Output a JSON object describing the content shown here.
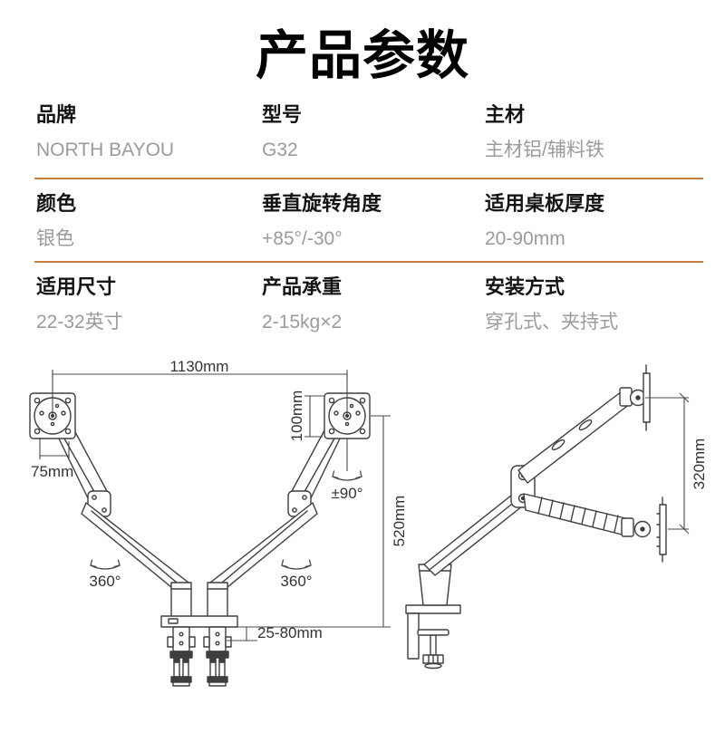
{
  "title": "产品参数",
  "theme": {
    "accent_line_color": "#c7813a",
    "label_color": "#151515",
    "value_color": "#9b9b9b",
    "drawing_line_color": "#3e3e3e"
  },
  "spec_table": {
    "rows": [
      {
        "cells": [
          {
            "label": "品牌",
            "value": "NORTH BAYOU"
          },
          {
            "label": "型号",
            "value": "G32"
          },
          {
            "label": "主材",
            "value": "主材铝/辅料铁"
          }
        ]
      },
      {
        "cells": [
          {
            "label": "颜色",
            "value": "银色"
          },
          {
            "label": "垂直旋转角度",
            "value": "+85°/-30°"
          },
          {
            "label": "适用桌板厚度",
            "value": "20-90mm"
          }
        ]
      },
      {
        "cells": [
          {
            "label": "适用尺寸",
            "value": "22-32英寸"
          },
          {
            "label": "产品承重",
            "value": "2-15kg×2"
          },
          {
            "label": "安装方式",
            "value": "穿孔式、夹持式"
          }
        ]
      }
    ]
  },
  "diagram": {
    "front_view": {
      "width_label": "1130mm",
      "vesa_height_label": "100mm",
      "vesa_width_label": "75mm",
      "swivel_label": "±90°",
      "height_label": "520mm",
      "rotation_left_label": "360°",
      "rotation_right_label": "360°",
      "clamp_range_label": "25-80mm"
    },
    "side_view": {
      "lift_range_label": "320mm"
    }
  }
}
